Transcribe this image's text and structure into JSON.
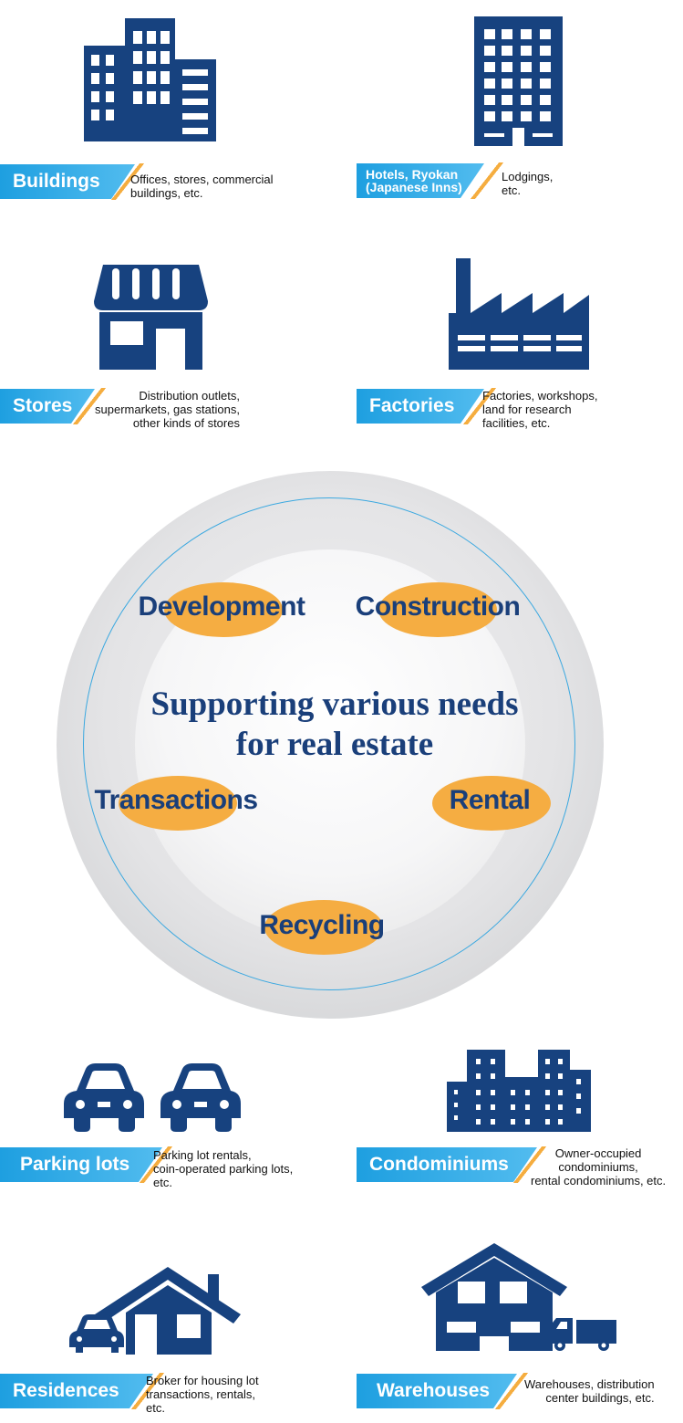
{
  "colors": {
    "navy": "#17427f",
    "label_blue": "#2aa6e6",
    "accent_orange": "#f5ad3f",
    "bubble_orange": "#f5ad42"
  },
  "categories": {
    "buildings": {
      "label": "Buildings",
      "desc": "Offices, stores, commercial\nbuildings, etc.",
      "icon": "office-buildings-icon"
    },
    "hotels": {
      "label_line1": "Hotels, Ryokan",
      "label_line2": "(Japanese Inns)",
      "desc": "Lodgings,\netc.",
      "icon": "hotel-icon"
    },
    "stores": {
      "label": "Stores",
      "desc": "Distribution outlets,\nsupermarkets, gas stations,\nother kinds of stores",
      "icon": "storefront-icon"
    },
    "factories": {
      "label": "Factories",
      "desc": "Factories, workshops,\nland for research\nfacilities, etc.",
      "icon": "factory-icon"
    },
    "parking": {
      "label": "Parking lots",
      "desc": "Parking lot rentals,\ncoin-operated parking lots,\netc.",
      "icon": "cars-icon"
    },
    "condominiums": {
      "label": "Condominiums",
      "desc": "Owner-occupied\ncondominiums,\nrental condominiums, etc.",
      "icon": "condominium-icon"
    },
    "residences": {
      "label": "Residences",
      "desc": "Broker for housing lot\ntransactions, rentals,\netc.",
      "icon": "house-and-car-icon"
    },
    "warehouses": {
      "label": "Warehouses",
      "desc": "Warehouses, distribution\ncenter buildings, etc.",
      "icon": "warehouse-truck-icon"
    }
  },
  "center": {
    "headline_line1": "Supporting various needs",
    "headline_line2": "for real estate",
    "services": {
      "development": "Development",
      "construction": "Construction",
      "transactions": "Transactions",
      "rental": "Rental",
      "recycling": "Recycling"
    }
  }
}
